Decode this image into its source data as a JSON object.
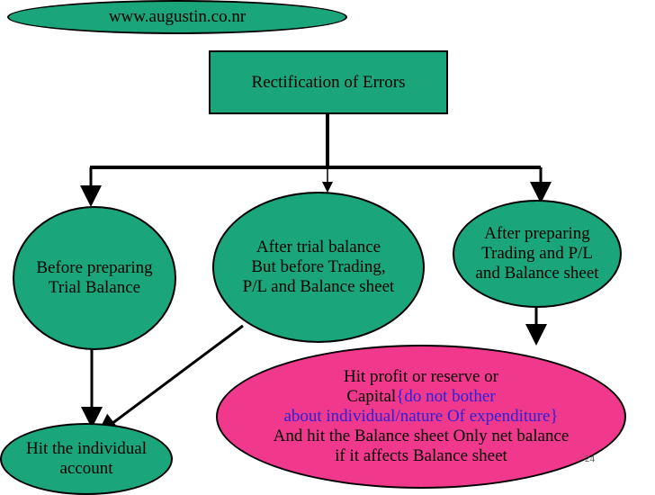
{
  "website": "www.augustin.co.nr",
  "root": {
    "label": "Rectification of Errors"
  },
  "branches": {
    "before": "Before preparing\nTrial Balance",
    "middle": "After trial balance\nBut before Trading,\nP/L and Balance sheet",
    "after": "After preparing\nTrading and P/L\nand Balance sheet"
  },
  "leaf_left": "Hit the individual\naccount",
  "leaf_right": {
    "line1": "Hit profit or reserve or",
    "line2_a": "Capital",
    "line2_b": "{do not bother",
    "line3": "about individual/nature Of expenditure}",
    "line4": "And hit the Balance sheet Only net balance",
    "line5": "if it affects Balance sheet"
  },
  "slide_number": "24",
  "colors": {
    "green": "#1aa67a",
    "pink": "#f0388c",
    "blue_text": "#2a22d8"
  }
}
